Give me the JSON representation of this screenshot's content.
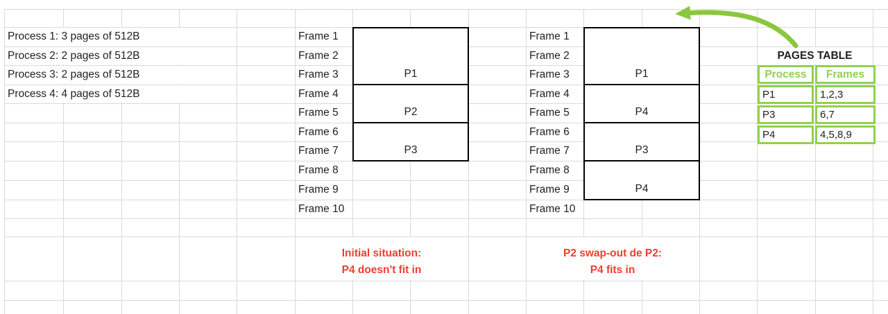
{
  "colors": {
    "green": "#92D050",
    "arrow": "#8CC63F",
    "red": "#F23C30",
    "grid": "#D9D9D9",
    "text": "#1F1F1F"
  },
  "processes": [
    "Process 1: 3 pages of 512B",
    "Process 2: 2 pages of 512B",
    "Process 3: 2 pages of 512B",
    "Process 4: 4 pages of 512B"
  ],
  "frames": [
    "Frame 1",
    "Frame 2",
    "Frame 3",
    "Frame 4",
    "Frame 5",
    "Frame 6",
    "Frame 7",
    "Frame 8",
    "Frame 9",
    "Frame 10"
  ],
  "left_diagram": {
    "boxes": [
      {
        "label": "P1",
        "frames": "1-3"
      },
      {
        "label": "P2",
        "frames": "4-5"
      },
      {
        "label": "P3",
        "frames": "6-7"
      }
    ],
    "caption": [
      "Initial situation:",
      "P4 doesn't fit in"
    ]
  },
  "right_diagram": {
    "boxes": [
      {
        "label": "P1",
        "frames": "1-3"
      },
      {
        "label": "P4",
        "frames": "4-5"
      },
      {
        "label": "P3",
        "frames": "6-7"
      },
      {
        "label": "P4",
        "frames": "8-9"
      }
    ],
    "caption": [
      "P2 swap-out de P2:",
      "P4 fits in"
    ]
  },
  "pages_table": {
    "title": "PAGES TABLE",
    "headers": [
      "Process",
      "Frames"
    ],
    "rows": [
      [
        "P1",
        "1,2,3"
      ],
      [
        "P3",
        "6,7"
      ],
      [
        "P4",
        "4,5,8,9"
      ]
    ]
  }
}
